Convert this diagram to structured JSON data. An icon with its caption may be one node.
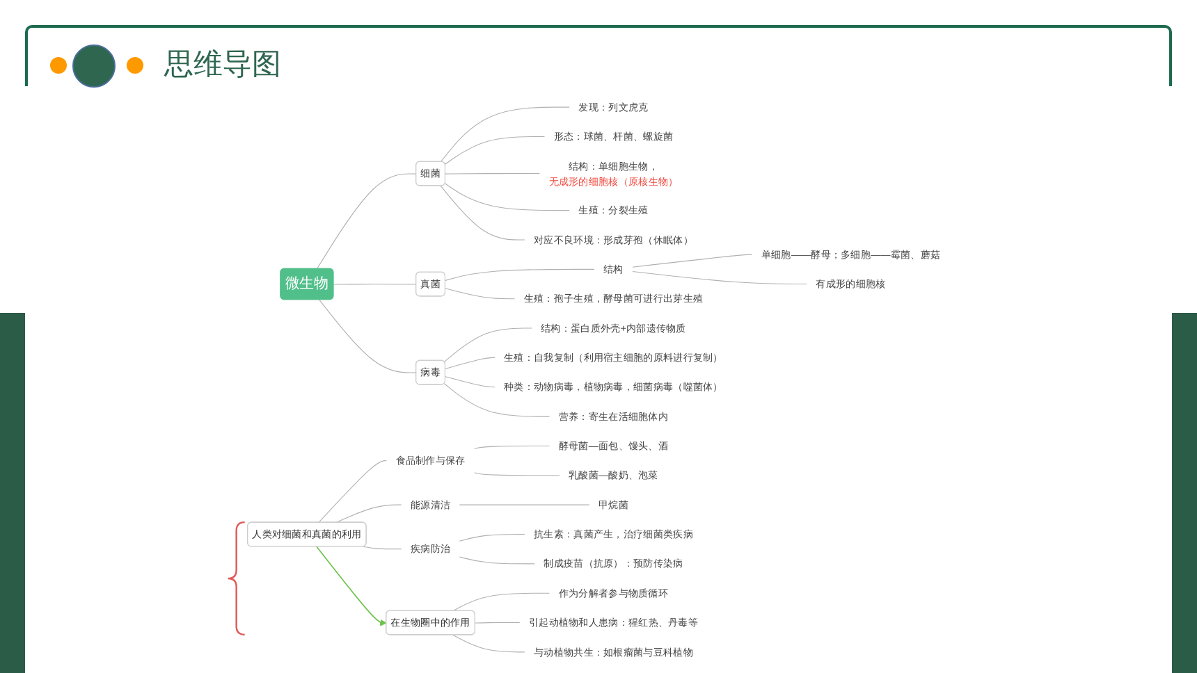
{
  "diagram": {
    "title": "思维导图",
    "nodes": [
      {
        "text": [
          "微生物"
        ]
      },
      {
        "text": [
          "细菌"
        ]
      },
      {
        "text": [
          "发现：列文虎克"
        ]
      },
      {
        "text": [
          "形态：球菌、杆菌、螺旋菌"
        ]
      },
      {
        "text": [
          "结构：单细胞生物，",
          "无成形的细胞核（原核生物）"
        ]
      },
      {
        "text": [
          "生殖：分裂生殖"
        ]
      },
      {
        "text": [
          "对应不良环境：形成芽孢（休眠体）"
        ]
      },
      {
        "text": [
          "真菌"
        ]
      },
      {
        "text": [
          "结构"
        ]
      },
      {
        "text": [
          "单细胞——酵母；多细胞——霉菌、蘑菇"
        ]
      },
      {
        "text": [
          "有成形的细胞核"
        ]
      },
      {
        "text": [
          "生殖：孢子生殖，酵母菌可进行出芽生殖"
        ]
      },
      {
        "text": [
          "病毒"
        ]
      },
      {
        "text": [
          "结构：蛋白质外壳+内部遗传物质"
        ]
      },
      {
        "text": [
          "生殖：自我复制（利用宿主细胞的原料进行复制）"
        ]
      },
      {
        "text": [
          "种类：动物病毒，植物病毒，细菌病毒（噬菌体）"
        ]
      },
      {
        "text": [
          "营养：寄生在活细胞体内"
        ]
      },
      {
        "text": [
          "人类对细菌和真菌的利用"
        ]
      },
      {
        "text": [
          "食品制作与保存"
        ]
      },
      {
        "text": [
          "酵母菌—面包、馒头、酒"
        ]
      },
      {
        "text": [
          "乳酸菌—酸奶、泡菜"
        ]
      },
      {
        "text": [
          "能源清洁"
        ]
      },
      {
        "text": [
          "甲烷菌"
        ]
      },
      {
        "text": [
          "疾病防治"
        ]
      },
      {
        "text": [
          "抗生素：真菌产生，治疗细菌类疾病"
        ]
      },
      {
        "text": [
          "制成疫苗（抗原）：预防传染病"
        ]
      },
      {
        "text": [
          "在生物圈中的作用"
        ]
      },
      {
        "text": [
          "作为分解者参与物质循环"
        ]
      },
      {
        "text": [
          "引起动植物和人患病：猩红热、丹毒等"
        ]
      },
      {
        "text": [
          "与动植物共生：如根瘤菌与豆科植物"
        ]
      }
    ],
    "edges": [
      {
        "from": 0,
        "to": 1,
        "arrow": "none"
      },
      {
        "from": 1,
        "to": 2,
        "arrow": "none"
      },
      {
        "from": 1,
        "to": 3,
        "arrow": "none"
      },
      {
        "from": 1,
        "to": 4,
        "arrow": "none"
      },
      {
        "from": 1,
        "to": 5,
        "arrow": "none"
      },
      {
        "from": 1,
        "to": 6,
        "arrow": "none"
      },
      {
        "from": 0,
        "to": 7,
        "arrow": "none"
      },
      {
        "from": 7,
        "to": 8,
        "arrow": "none"
      },
      {
        "from": 8,
        "to": 9,
        "arrow": "none"
      },
      {
        "from": 8,
        "to": 10,
        "arrow": "none"
      },
      {
        "from": 7,
        "to": 11,
        "arrow": "none"
      },
      {
        "from": 0,
        "to": 12,
        "arrow": "none"
      },
      {
        "from": 12,
        "to": 13,
        "arrow": "none"
      },
      {
        "from": 12,
        "to": 14,
        "arrow": "none"
      },
      {
        "from": 12,
        "to": 15,
        "arrow": "none"
      },
      {
        "from": 12,
        "to": 16,
        "arrow": "none"
      },
      {
        "from": 17,
        "to": 18,
        "arrow": "none"
      },
      {
        "from": 18,
        "to": 19,
        "arrow": "none"
      },
      {
        "from": 18,
        "to": 20,
        "arrow": "none"
      },
      {
        "from": 17,
        "to": 21,
        "arrow": "none"
      },
      {
        "from": 21,
        "to": 22,
        "arrow": "none"
      },
      {
        "from": 17,
        "to": 23,
        "arrow": "none"
      },
      {
        "from": 23,
        "to": 24,
        "arrow": "none"
      },
      {
        "from": 23,
        "to": 25,
        "arrow": "none"
      },
      {
        "from": 17,
        "to": 26,
        "arrow": "to",
        "color": "#6cc24a"
      },
      {
        "from": 26,
        "to": 27,
        "arrow": "none"
      },
      {
        "from": 26,
        "to": 28,
        "arrow": "none"
      },
      {
        "from": 26,
        "to": 29,
        "arrow": "none"
      }
    ]
  }
}
